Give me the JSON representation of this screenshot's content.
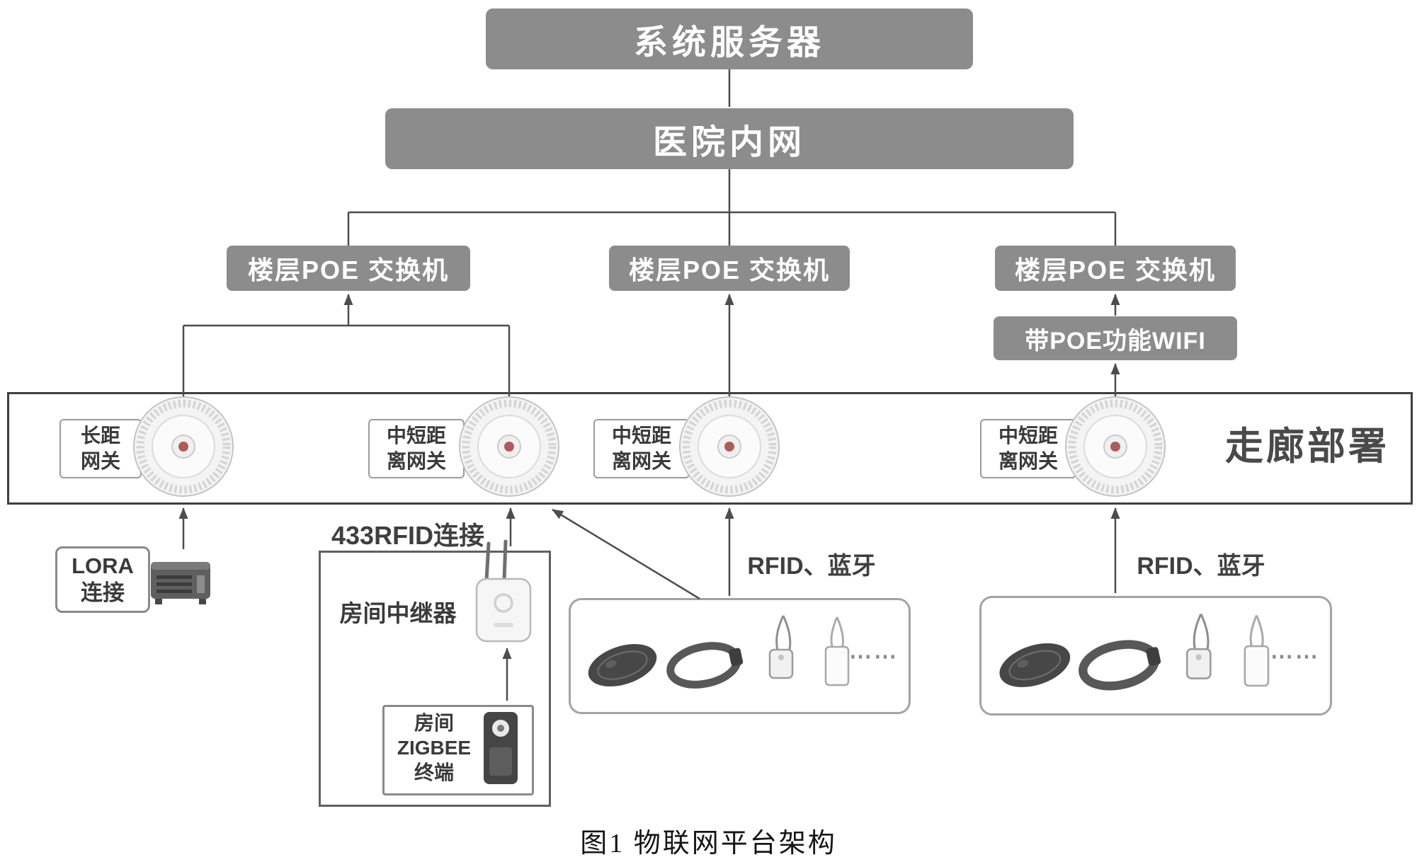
{
  "colors": {
    "node_bg": "#8c8c8c",
    "node_text": "#ffffff",
    "line": "#4d4d4d",
    "band_border": "#3f3f3f",
    "label_text": "#3a3a3a"
  },
  "icons": {
    "gateway": "ceiling-ap-icon",
    "lora": "lora-module-icon",
    "repeater": "wifi-repeater-icon",
    "zigbee": "zigbee-terminal-icon",
    "keyfob": "keyfob-icon",
    "wristband": "wristband-icon",
    "tag": "hanging-tag-icon",
    "badge": "badge-card-icon"
  },
  "nodes": {
    "server": "系统服务器",
    "intranet": "医院内网",
    "poe_switches": [
      "楼层POE 交换机",
      "楼层POE 交换机",
      "楼层POE 交换机"
    ],
    "poe_wifi": "带POE功能WIFI"
  },
  "corridor": {
    "title": "走廊部署",
    "gateways": [
      {
        "line1": "长距",
        "line2": "网关"
      },
      {
        "line1": "中短距",
        "line2": "离网关"
      },
      {
        "line1": "中短距",
        "line2": "离网关"
      },
      {
        "line1": "中短距",
        "line2": "离网关"
      }
    ]
  },
  "annotations": {
    "lora_line1": "LORA",
    "lora_line2": "连接",
    "rfid433": "433RFID连接",
    "repeater": "房间中继器",
    "zigbee_line1": "房间",
    "zigbee_line2": "ZIGBEE",
    "zigbee_line3": "终端",
    "rfid_bt_middle": "RFID、蓝牙",
    "rfid_bt_right": "RFID、蓝牙",
    "dots_middle": "⋯⋯",
    "dots_right": "⋯⋯"
  },
  "caption": "图1 物联网平台架构"
}
